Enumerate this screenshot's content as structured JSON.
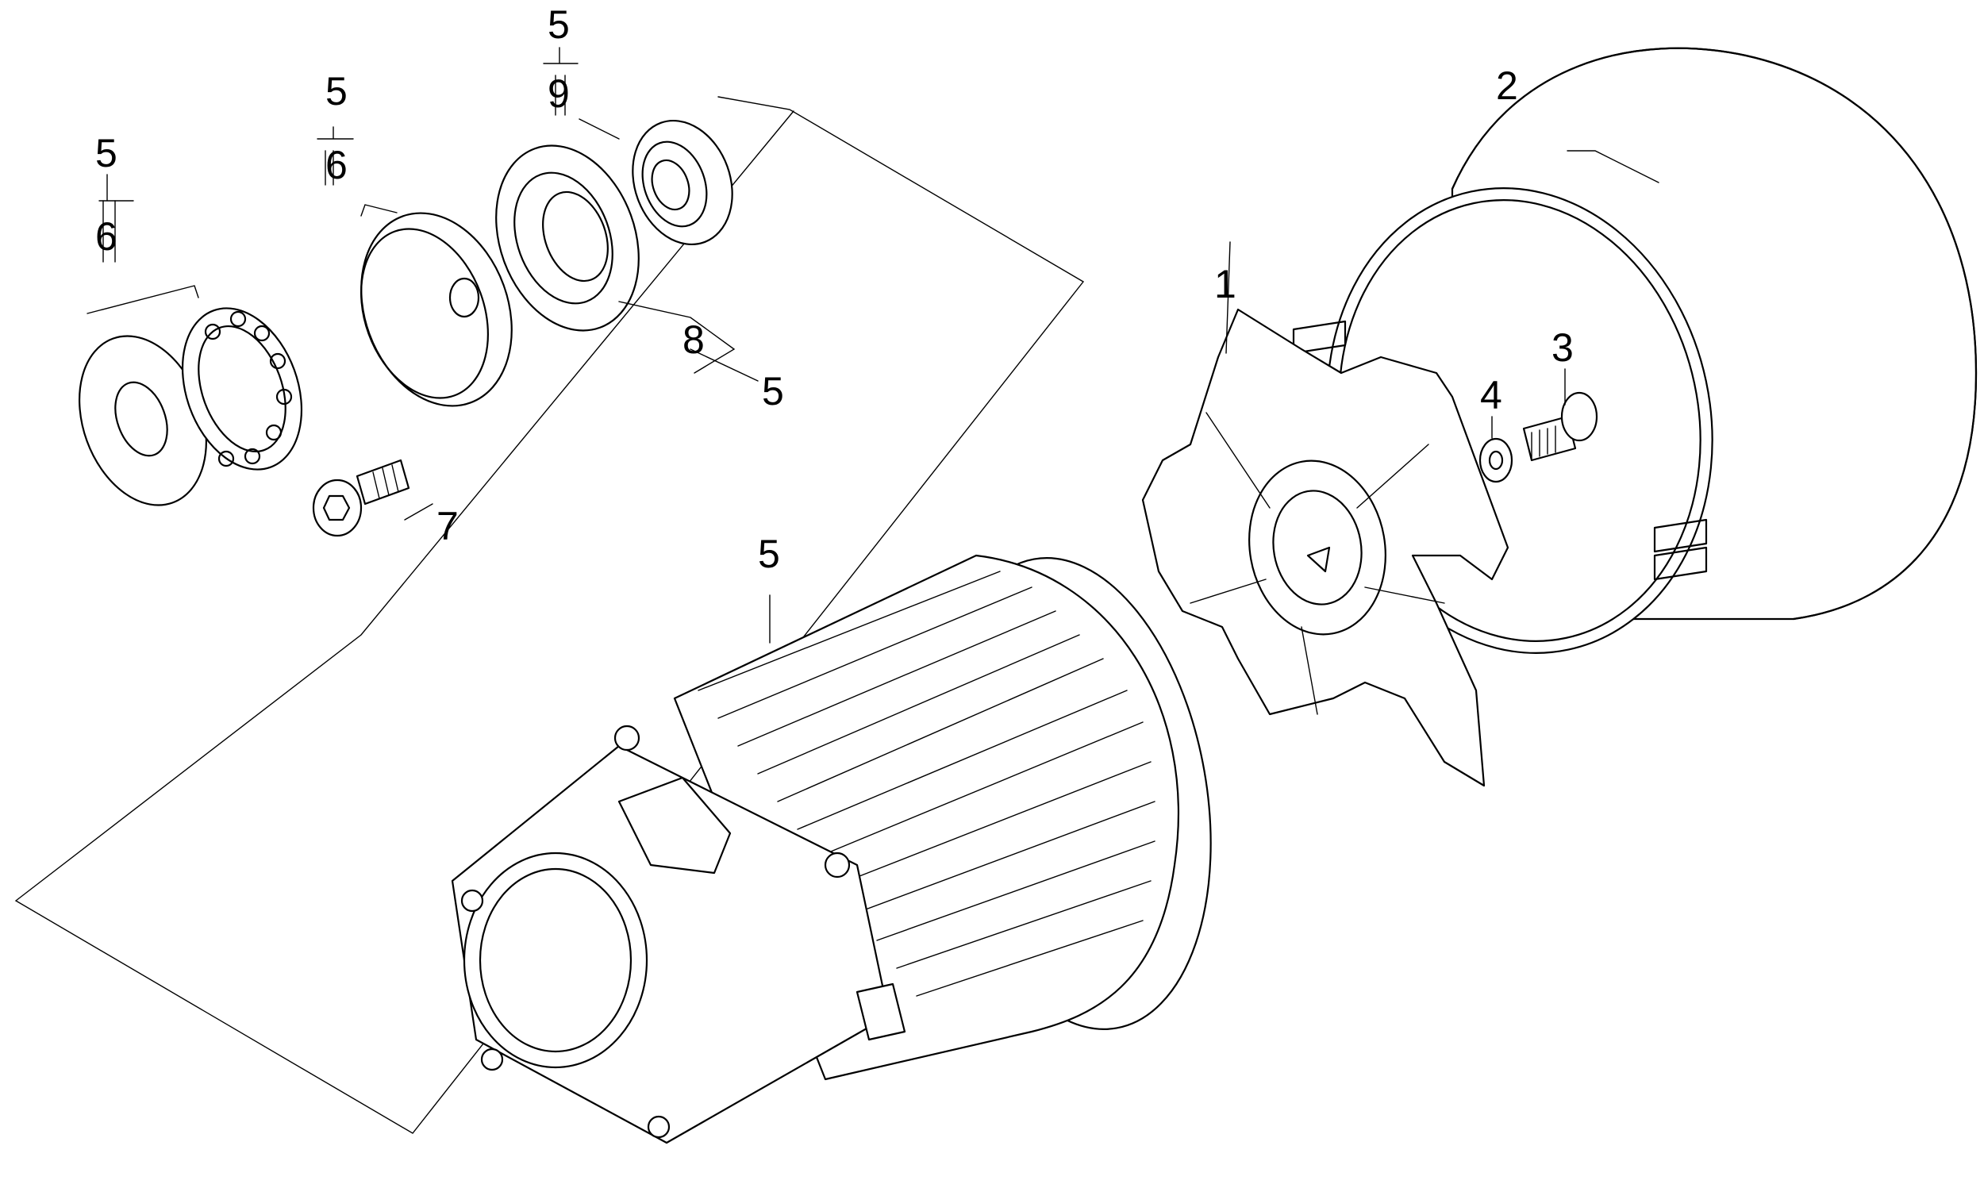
{
  "labels": {
    "fan": "1",
    "fan_cover": "2",
    "screw": "3",
    "washer": "4",
    "motor_main": "5",
    "kit_ring": "5",
    "kit_ring_sub": "6",
    "kit_cap": "5",
    "kit_cap_sub": "6",
    "kit_seal": "5",
    "kit_seal_sub": "9",
    "kit_bearing_sub": "8",
    "kit_bearing": "5",
    "bolt": "7"
  }
}
